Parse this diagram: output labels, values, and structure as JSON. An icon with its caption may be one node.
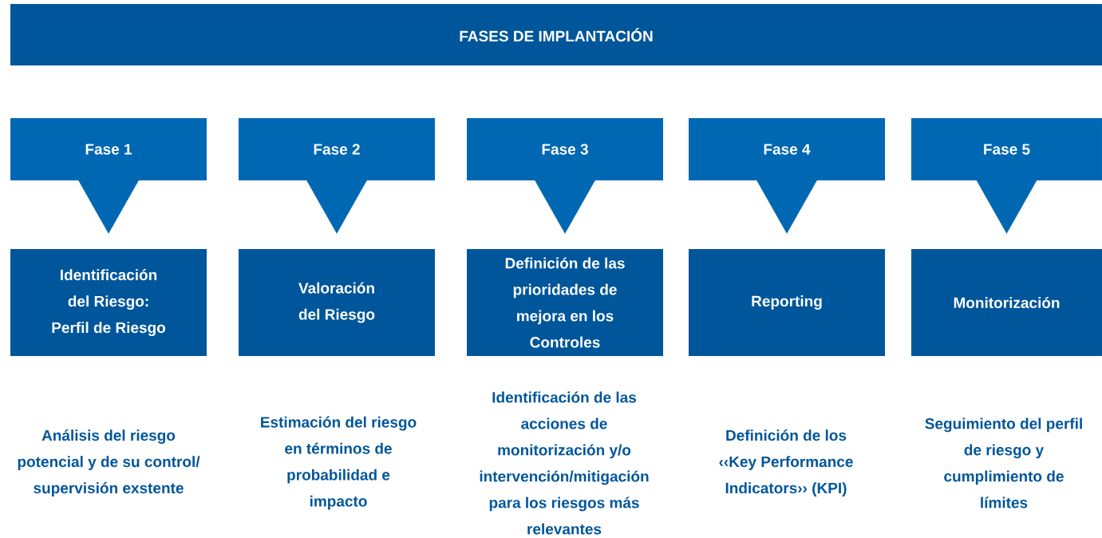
{
  "diagram": {
    "nodes": [
      {
        "text": [
          "FASES DE IMPLANTACIÓN"
        ]
      },
      {
        "text": [
          "Fase 1"
        ]
      },
      {
        "text": [
          "Fase 2"
        ]
      },
      {
        "text": [
          "Fase 3"
        ]
      },
      {
        "text": [
          "Fase 4"
        ]
      },
      {
        "text": [
          "Fase 5"
        ]
      },
      {
        "text": [
          "Identificación del Riesgo: Perfil de Riesgo"
        ]
      },
      {
        "text": [
          "Valoración del Riesgo"
        ]
      },
      {
        "text": [
          "Definición de las prioridades de mejora en los Controles"
        ]
      },
      {
        "text": [
          "Reporting"
        ]
      },
      {
        "text": [
          "Monitorización"
        ]
      }
    ],
    "edges": [
      {
        "from": 1,
        "to": 6,
        "arrow": "to"
      },
      {
        "from": 2,
        "to": 7,
        "arrow": "to"
      },
      {
        "from": 3,
        "to": 8,
        "arrow": "to"
      },
      {
        "from": 4,
        "to": 9,
        "arrow": "to"
      },
      {
        "from": 5,
        "to": 10,
        "arrow": "to"
      }
    ],
    "labels": [
      "Análisis del riesgo potencial y de su control/ supervisión exstente",
      "Estimación del riesgo en términos de probabilidad e impacto",
      "Identificación de las acciones de monitorización y/o intervención/mitigación para los riesgos más relevantes",
      "Definición de los ‹‹Key Performance Indicators›› (KPI)",
      "Seguimiento del perfil de riesgo y cumplimiento de límites"
    ]
  }
}
